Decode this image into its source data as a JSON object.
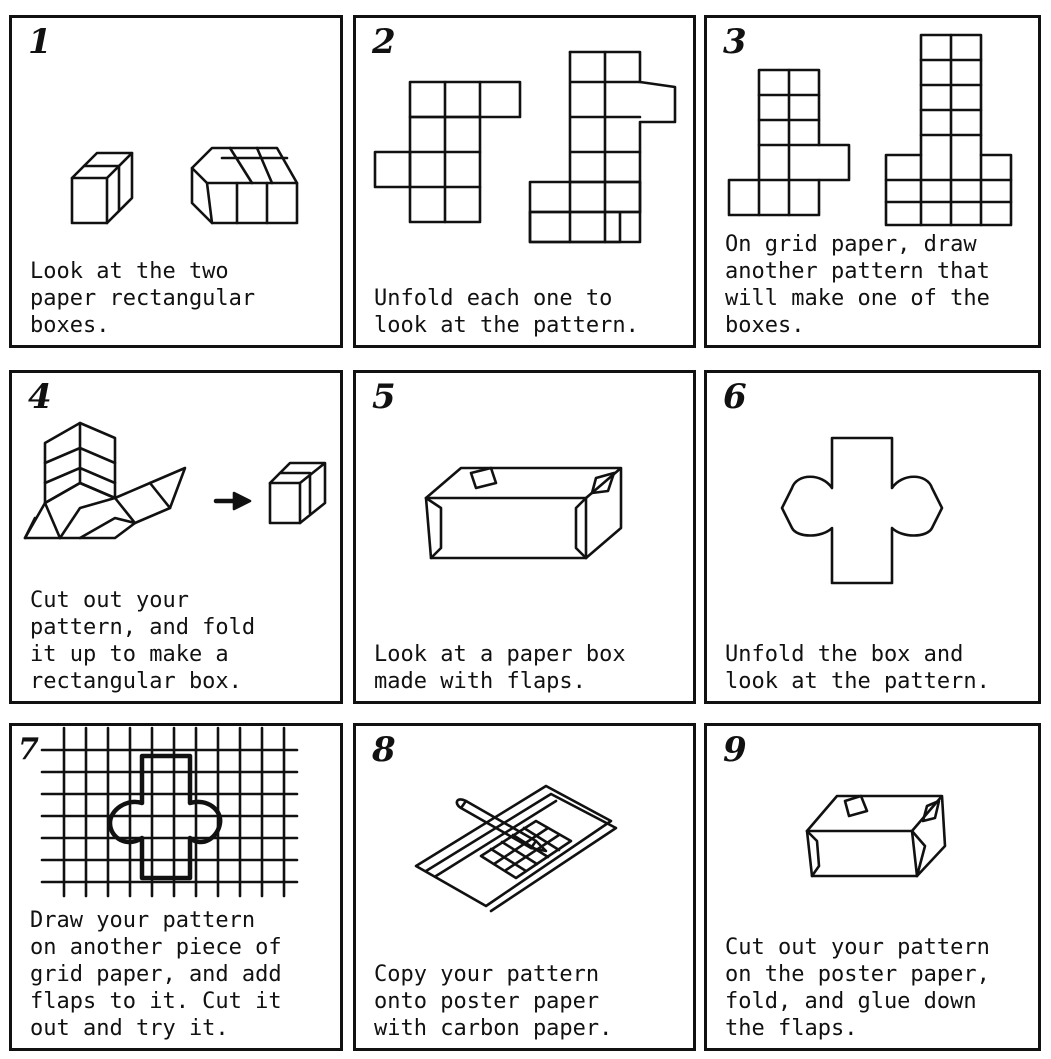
{
  "panels": [
    {
      "number": "1",
      "caption": "Look at the two\npaper rectangular\nboxes."
    },
    {
      "number": "2",
      "caption": "Unfold each one to\nlook at the pattern."
    },
    {
      "number": "3",
      "caption": "On grid paper, draw\nanother pattern that\nwill make one of the\nboxes."
    },
    {
      "number": "4",
      "caption": "Cut out your\npattern, and fold\nit up to make a\nrectangular box."
    },
    {
      "number": "5",
      "caption": "Look at a paper box\nmade with flaps."
    },
    {
      "number": "6",
      "caption": "Unfold the box and\nlook at the pattern."
    },
    {
      "number": "7",
      "caption": "Draw your pattern\non another piece of\ngrid paper, and add\nflaps to it. Cut it\nout and try it."
    },
    {
      "number": "8",
      "caption": "Copy your pattern\nonto poster paper\nwith carbon paper."
    },
    {
      "number": "9",
      "caption": "Cut out your pattern\non the poster paper,\nfold, and glue down\nthe flaps."
    }
  ]
}
